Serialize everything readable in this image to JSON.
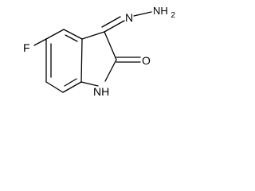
{
  "structure": {
    "labels": {
      "fluorine": "F",
      "nitrogen_imine": "N",
      "hydrazine_amino": "NH",
      "amino_subscript": "2",
      "ring_nh": "NH",
      "carbonyl_oxygen": "O"
    },
    "colors": {
      "bond": "#000000",
      "text": "#000000",
      "background": "#ffffff"
    }
  }
}
